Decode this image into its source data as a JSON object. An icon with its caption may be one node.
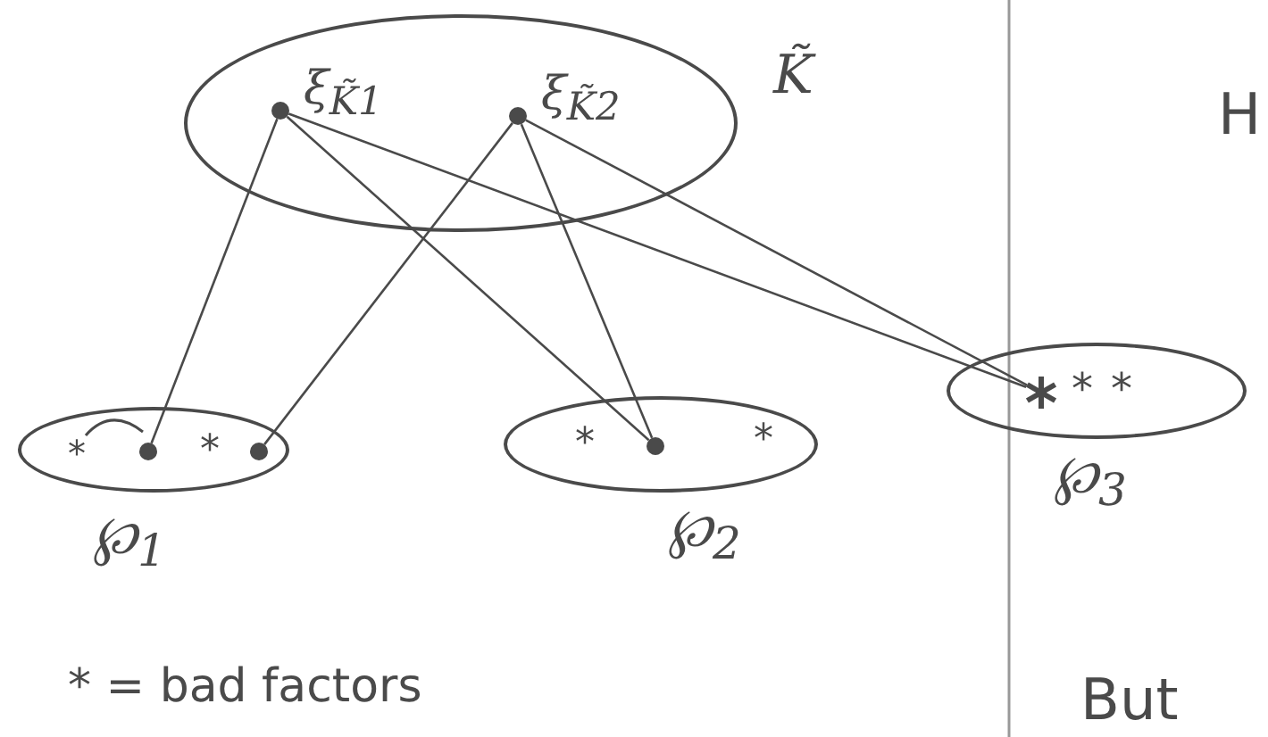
{
  "diagram": {
    "nodes": [
      {
        "text": [
          "K̃"
        ]
      },
      {
        "text": [
          "ξ$_{K̃1}$"
        ],
        "in": 0
      },
      {
        "text": [
          "ξ$_{K̃2}$"
        ],
        "in": 0
      },
      {
        "text": [
          "℘$_{1}$"
        ]
      },
      {
        "text": [],
        "shape": "circle",
        "in": 3
      },
      {
        "text": [],
        "shape": "circle",
        "in": 3
      },
      {
        "text": [
          "℘$_{2}$"
        ]
      },
      {
        "text": [],
        "shape": "circle",
        "in": 6
      },
      {
        "text": [
          "℘$_{3}$"
        ]
      },
      {
        "text": [],
        "shape": "star",
        "in": 8
      }
    ],
    "edges": [
      {
        "from": 1,
        "to": 4,
        "arrow": "none"
      },
      {
        "from": 1,
        "to": 7,
        "arrow": "none"
      },
      {
        "from": 1,
        "to": 9,
        "arrow": "none"
      },
      {
        "from": 2,
        "to": 5,
        "arrow": "none"
      },
      {
        "from": 2,
        "to": 7,
        "arrow": "none"
      },
      {
        "from": 2,
        "to": 9,
        "arrow": "none"
      }
    ],
    "labels": [
      "*",
      "*",
      "*",
      "*",
      "*",
      "*",
      "H",
      "* = bad factors",
      "But"
    ]
  }
}
